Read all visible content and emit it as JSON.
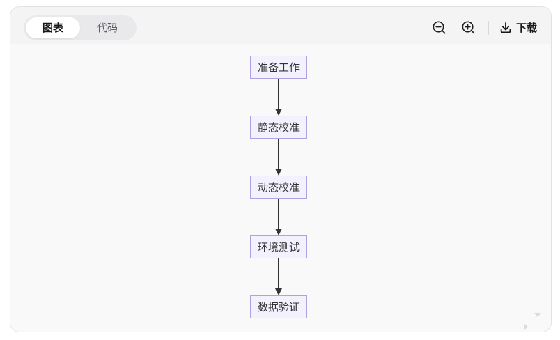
{
  "tabs": {
    "chart": "图表",
    "code": "代码"
  },
  "toolbar": {
    "zoom_out": "zoom-out",
    "zoom_in": "zoom-in",
    "download_label": "下载"
  },
  "flowchart": {
    "type": "flowchart-vertical",
    "nodes": [
      "准备工作",
      "静态校准",
      "动态校准",
      "环境测试",
      "数据验证"
    ],
    "edges": [
      [
        0,
        1
      ],
      [
        1,
        2
      ],
      [
        2,
        3
      ],
      [
        3,
        4
      ]
    ],
    "node_fill": "#f3f1fd",
    "node_border": "#b1a1e0",
    "node_text_color": "#333333",
    "edge_color": "#333333"
  }
}
